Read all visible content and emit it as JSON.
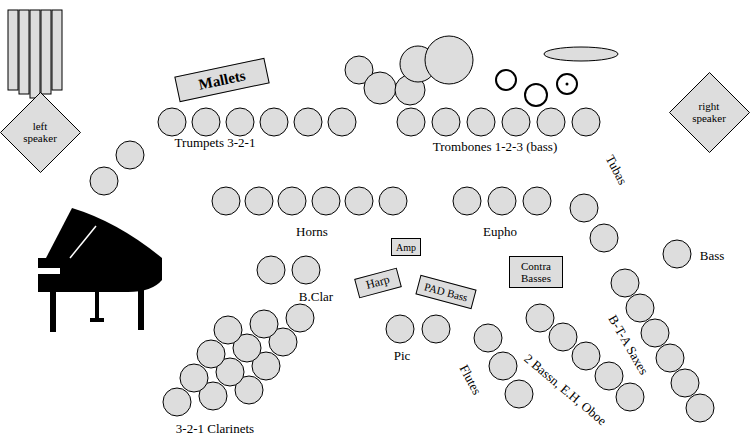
{
  "diagram": {
    "nodes": [
      {
        "text": [
          "left speaker"
        ]
      },
      {
        "text": [
          "Mallets"
        ]
      },
      {
        "text": [
          "right speaker"
        ]
      },
      {
        "text": [
          "Amp"
        ]
      },
      {
        "text": [
          "Harp"
        ]
      },
      {
        "text": [
          "PAD Bass"
        ]
      },
      {
        "text": [
          "Contra Basses"
        ]
      }
    ],
    "labels": [
      "Trumpets 3-2-1",
      "Trombones 1-2-3 (bass)",
      "Tubas",
      "Bass",
      "Horns",
      "Eupho",
      "B.Clar",
      "Pic",
      "Flutes",
      "2 Bassn, E.H, Oboe",
      "B-T-A Saxes",
      "3-2-1 Clarinets"
    ]
  }
}
